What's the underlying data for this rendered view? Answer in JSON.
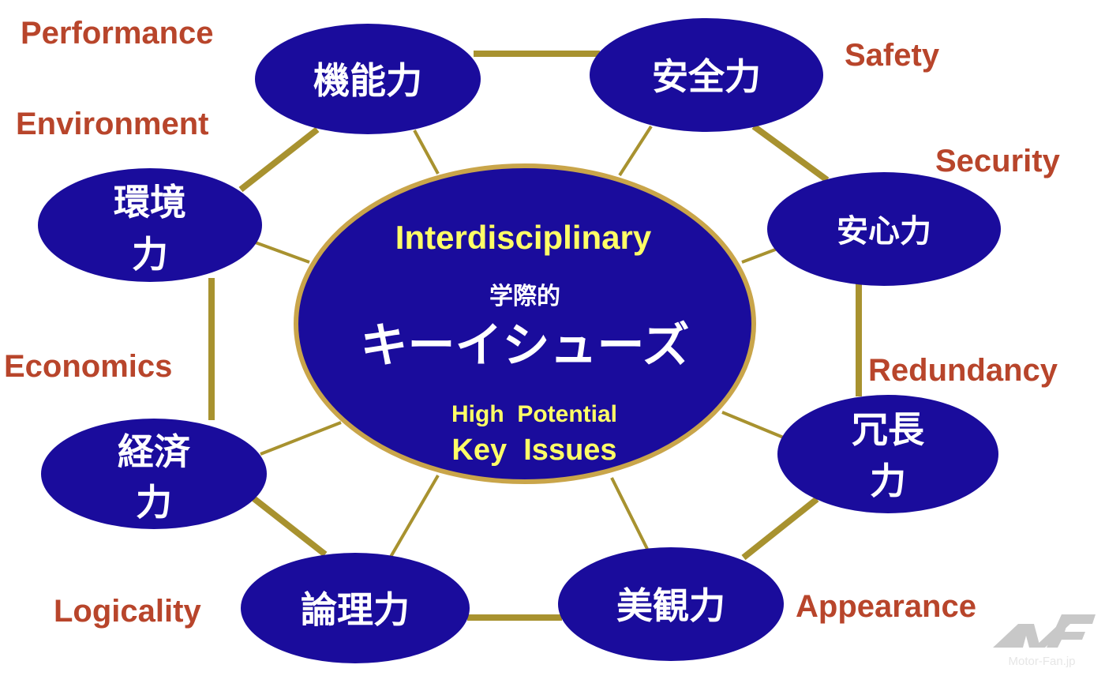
{
  "colors": {
    "node_fill": "#1a0c9c",
    "connector": "#a8922f",
    "label": "#b8452b",
    "center_text": "#ffff66"
  },
  "center": {
    "line1": "Interdisciplinary",
    "line2": "学際的",
    "line3": "キーイシューズ",
    "line4": "High  Potential",
    "line5": "Key  Issues"
  },
  "nodes": [
    {
      "id": "performance",
      "jp": [
        "機能力"
      ],
      "en": "Performance"
    },
    {
      "id": "safety",
      "jp": [
        "安全力"
      ],
      "en": "Safety"
    },
    {
      "id": "security",
      "jp": [
        "安心力"
      ],
      "en": "Security"
    },
    {
      "id": "redundancy",
      "jp": [
        "冗長",
        "力"
      ],
      "en": "Redundancy"
    },
    {
      "id": "appearance",
      "jp": [
        "美観力"
      ],
      "en": "Appearance"
    },
    {
      "id": "logicality",
      "jp": [
        "論理力"
      ],
      "en": "Logicality"
    },
    {
      "id": "economics",
      "jp": [
        "経済",
        "力"
      ],
      "en": "Economics"
    },
    {
      "id": "environment",
      "jp": [
        "環境",
        "力"
      ],
      "en": "Environment"
    }
  ],
  "watermark": "Motor-Fan.jp"
}
